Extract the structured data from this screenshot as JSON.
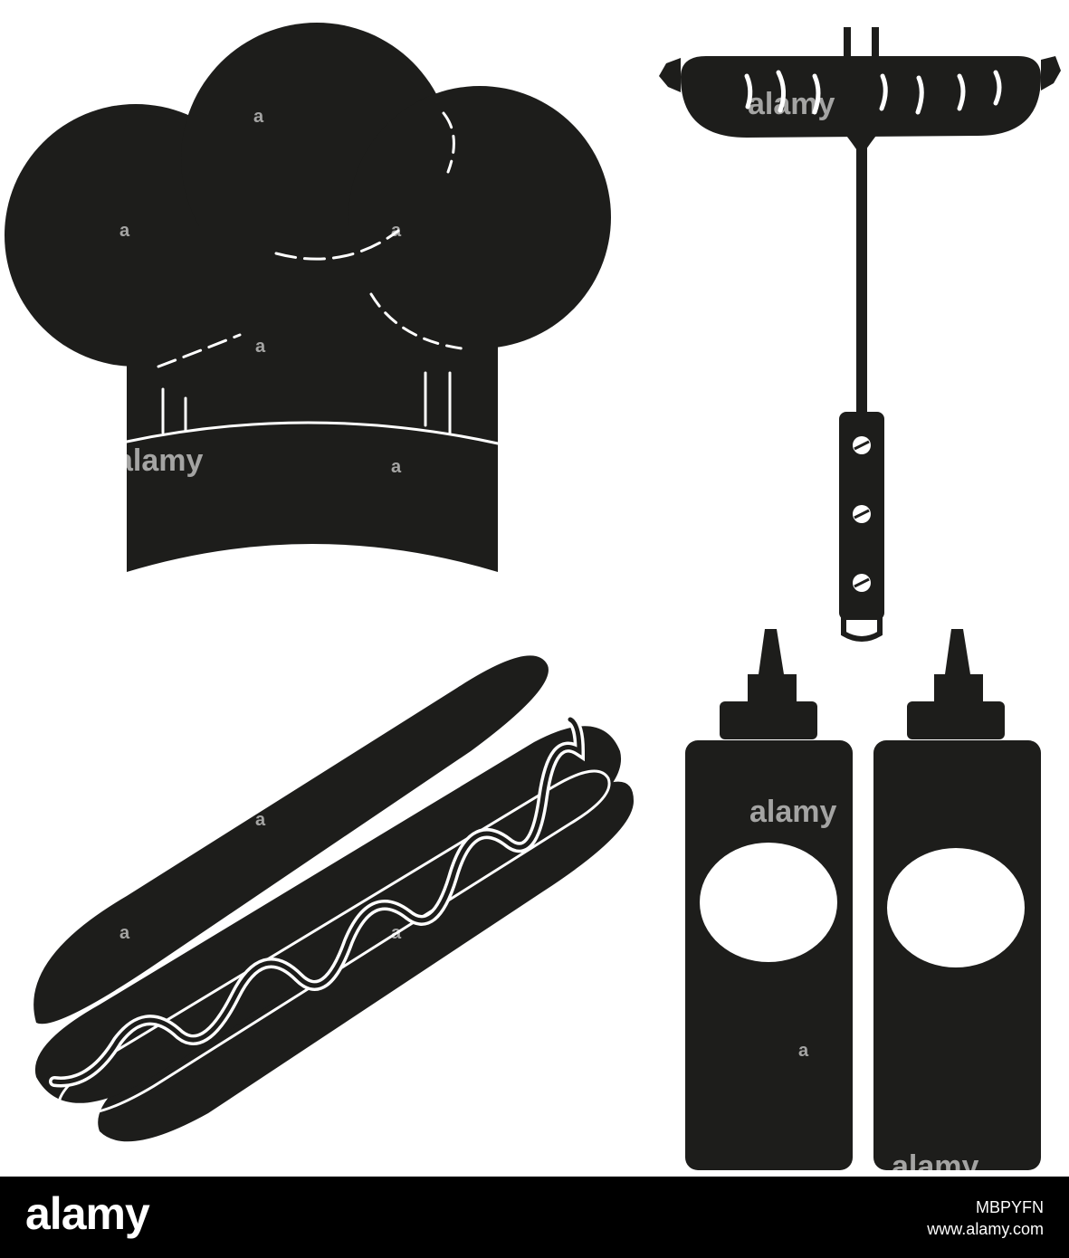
{
  "watermark": {
    "text": "alamy",
    "mark": "a"
  },
  "footer": {
    "logo": "alamy",
    "image_id": "MBPYFN",
    "site": "www.alamy.com"
  },
  "colors": {
    "silhouette": "#1d1d1b",
    "background": "#ffffff",
    "footer": "#000000"
  },
  "icons": [
    "chef-hat-icon",
    "sausage-on-fork-icon",
    "hot-dog-icon",
    "sauce-bottle-icon",
    "sauce-bottle-icon"
  ]
}
